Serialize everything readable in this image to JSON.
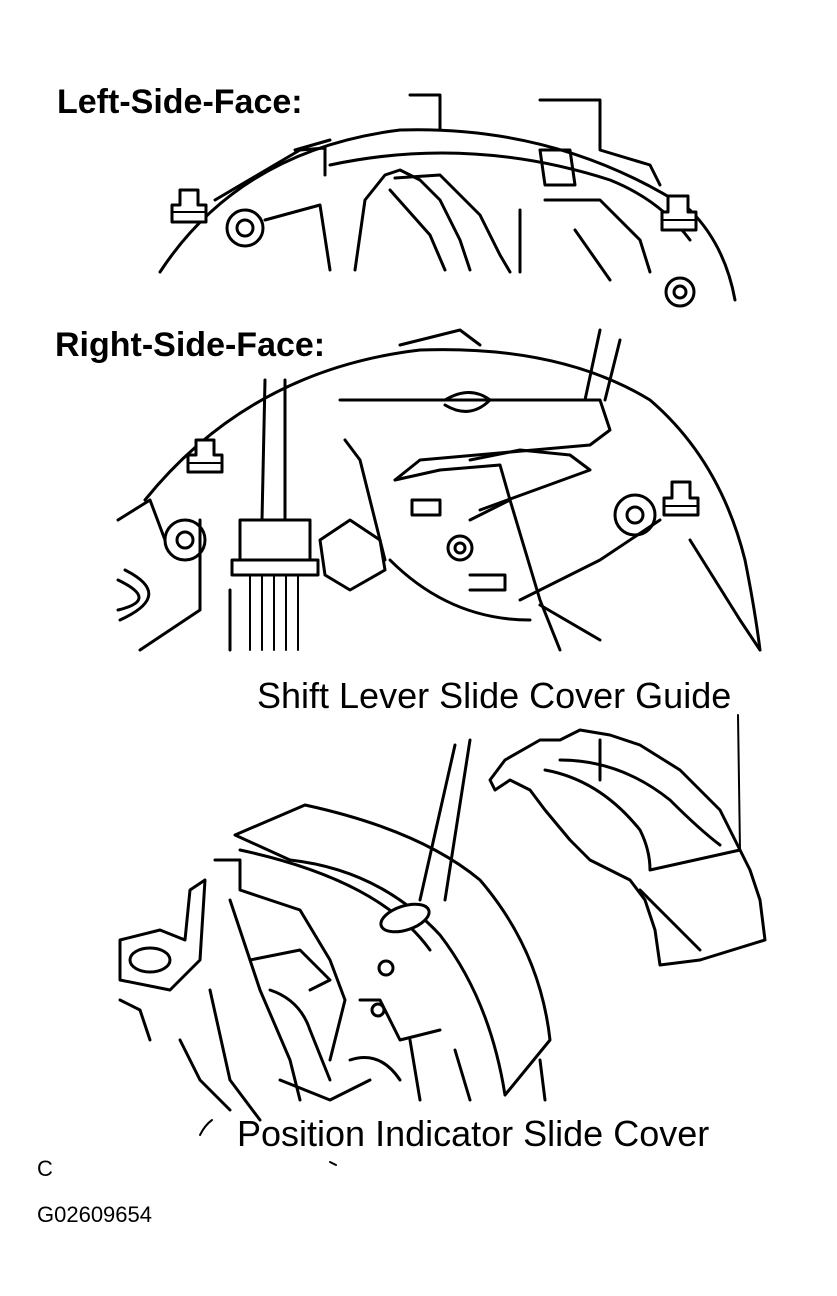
{
  "labels": {
    "left_side_face": "Left-Side-Face:",
    "right_side_face": "Right-Side-Face:",
    "shift_lever_slide_cover_guide": "Shift Lever Slide Cover Guide",
    "position_indicator_slide_cover": "Position Indicator Slide Cover",
    "view_letter": "C",
    "figure_code": "G02609654"
  },
  "icons": [
    "clip-icon",
    "bolt-hole-icon"
  ]
}
